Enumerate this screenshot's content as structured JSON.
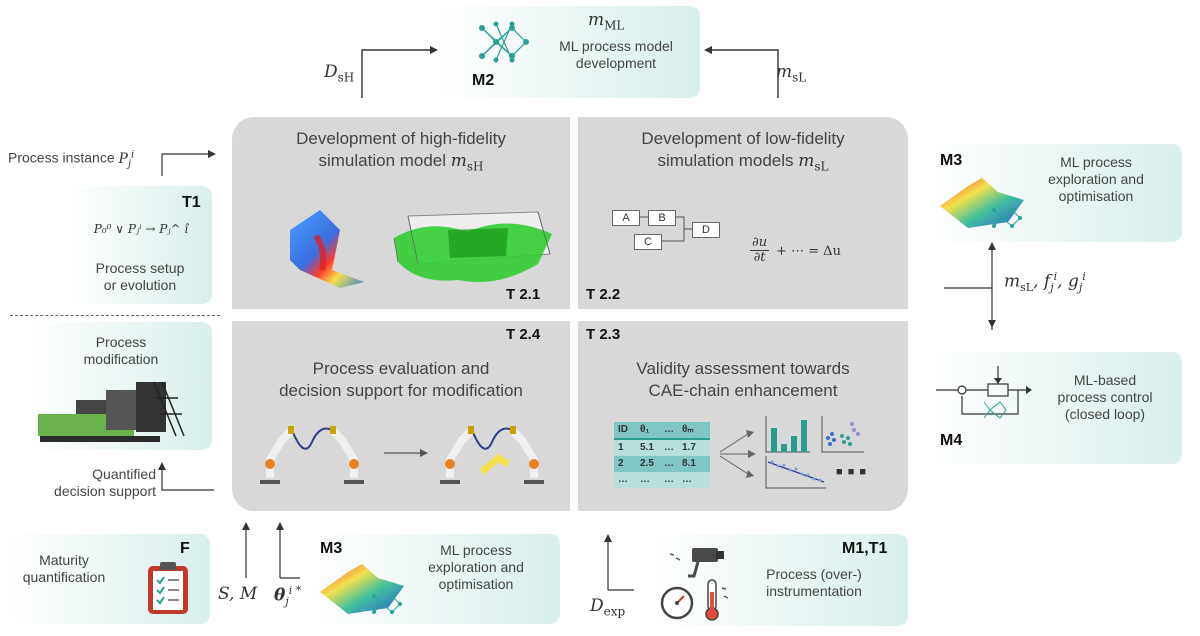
{
  "top": {
    "m2_symbol": "m",
    "m2_symbol_sub": "ML",
    "m2_line1": "ML process model",
    "m2_line2": "development",
    "m2_tag": "M2",
    "d_sh": "D",
    "d_sh_sub": "sH",
    "m_sl": "m",
    "m_sl_sub": "sL"
  },
  "quads": {
    "q1_line1": "Development of high-fidelity",
    "q1_line2": "simulation model ",
    "q1_math": "m",
    "q1_math_sub": "sH",
    "q1_tag": "T 2.1",
    "q2_line1": "Development of low-fidelity",
    "q2_line2": "simulation models ",
    "q2_math": "m",
    "q2_math_sub": "sL",
    "q2_tag": "T 2.2",
    "q2_blocks": [
      "A",
      "B",
      "C",
      "D"
    ],
    "q2_pde_tail": "+ ⋯ = Δu",
    "q2_pde_num": "∂u",
    "q2_pde_den": "∂t",
    "q3_line1": "Process evaluation and",
    "q3_line2": "decision support for modification",
    "q3_tag": "T 2.4",
    "q4_line1": "Validity assessment towards",
    "q4_line2": "CAE-chain enhancement",
    "q4_tag": "T 2.3",
    "q4_table": {
      "headers": [
        "ID",
        "θ₁",
        "…",
        "θₘ"
      ],
      "rows": [
        [
          "1",
          "5.1",
          "…",
          "1.7"
        ],
        [
          "2",
          "2.5",
          "…",
          "8.1"
        ],
        [
          "…",
          "…",
          "…",
          "…"
        ]
      ]
    },
    "q4_more": "■  ■  ■"
  },
  "left": {
    "process_instance": "Process instance ",
    "process_instance_math": "P",
    "t1_tag": "T1",
    "t1_formula": "P₀⁰ ∨ Pⱼⁱ → Pⱼ^ î",
    "t1_line1": "Process setup",
    "t1_line2": "or evolution",
    "mod_line1": "Process",
    "mod_line2": "modification",
    "quant_line1": "Quantified",
    "quant_line2": "decision support"
  },
  "right": {
    "m3_tag": "M3",
    "m3_line1": "ML process",
    "m3_line2": "exploration and",
    "m3_line3": "optimisation",
    "feedback_label": "m_sL, f_j^i, g_j^i",
    "m4_tag": "M4",
    "m4_line1": "ML-based",
    "m4_line2": "process control",
    "m4_line3": "(closed loop)"
  },
  "bottom": {
    "f_tag": "F",
    "maturity_line1": "Maturity",
    "maturity_line2": "quantification",
    "sm_label": "S, M",
    "theta_label": "θ",
    "m3b_tag": "M3",
    "m3b_line1": "ML process",
    "m3b_line2": "exploration  and",
    "m3b_line3": "optimisation",
    "dexp": "D",
    "dexp_sub": "exp",
    "m1_tag": "M1,T1",
    "m1_line1": "Process (over-)",
    "m1_line2": "instrumentation"
  },
  "colors": {
    "quad_bg": "#d8d8d8",
    "card_teal": "#d9efec",
    "sim_green": "#33cc33",
    "table_teal": "#7fc6c4",
    "bar_teal": "#2a9d8f",
    "robot_orange": "#e8851a"
  }
}
